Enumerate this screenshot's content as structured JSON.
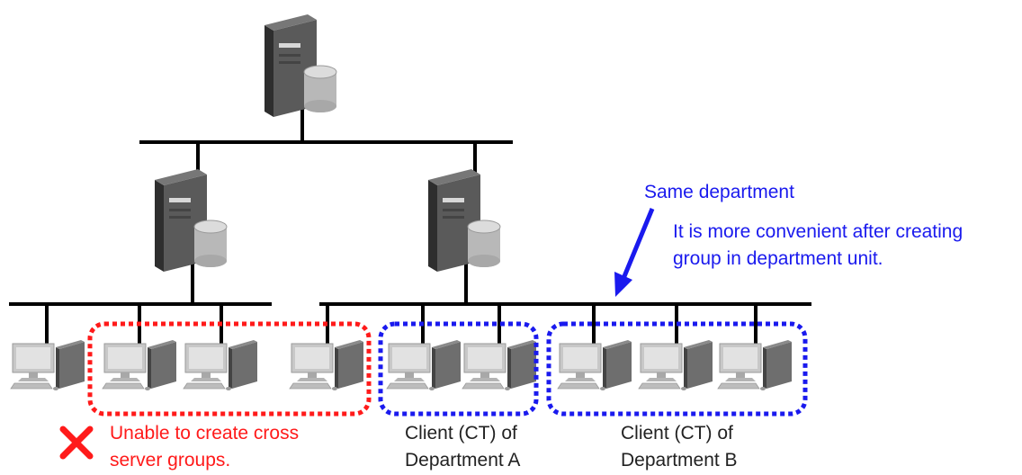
{
  "colors": {
    "network_line": "#000000",
    "red_group": "#ff1a1a",
    "blue_group": "#1a1aee",
    "blue_text": "#1a1aee",
    "red_text": "#ff1a1a",
    "black_text": "#222222",
    "server_dark": "#3a3a3a",
    "client_gray": "#b9b9b9"
  },
  "icons": {
    "server": "server-tower-icon",
    "client": "client-pc-icon",
    "disk": "disk-cylinder-icon",
    "error": "red-x-icon"
  },
  "annotations": {
    "same_department": "Same department",
    "convenient_line1": "It is more convenient  after creating",
    "convenient_line2": "group in department unit.",
    "error_line1": "Unable to create cross",
    "error_line2": "server groups.",
    "dept_a_line1": "Client (CT)  of",
    "dept_a_line2": "Department A",
    "dept_b_line1": "Client (CT)  of",
    "dept_b_line2": "Department B"
  }
}
